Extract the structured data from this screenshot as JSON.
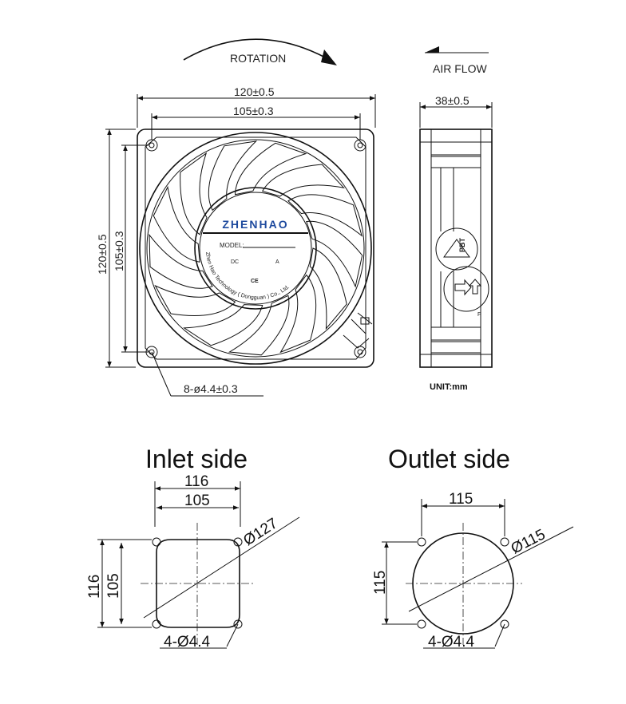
{
  "top": {
    "rotation_label": "ROTATION",
    "airflow_label": "AIR FLOW",
    "unit_label": "UNIT:mm"
  },
  "front_view": {
    "width_overall": "120±0.5",
    "width_holes": "105±0.3",
    "height_overall": "120±0.5",
    "height_holes": "105±0.3",
    "holes_callout": "8-ø4.4±0.3"
  },
  "side_view": {
    "depth": "38±0.5"
  },
  "label_sticker": {
    "brand": "ZHENHAO",
    "model_label": "MODEL:",
    "dc_label": "DC",
    "a_label": "A",
    "ce_mark": "CE",
    "company": "Zhen Hao Technology ( Dongguan ) Co., Ltd."
  },
  "inlet": {
    "title": "Inlet side",
    "dim_outer": "116",
    "dim_holes": "105",
    "dim_h_outer": "116",
    "dim_h_holes": "105",
    "diameter": "Ø127",
    "holes": "4-Ø4.4"
  },
  "outlet": {
    "title": "Outlet side",
    "dim_holes": "115",
    "dim_h_holes": "115",
    "diameter": "Ø115",
    "holes": "4-Ø4.4"
  }
}
